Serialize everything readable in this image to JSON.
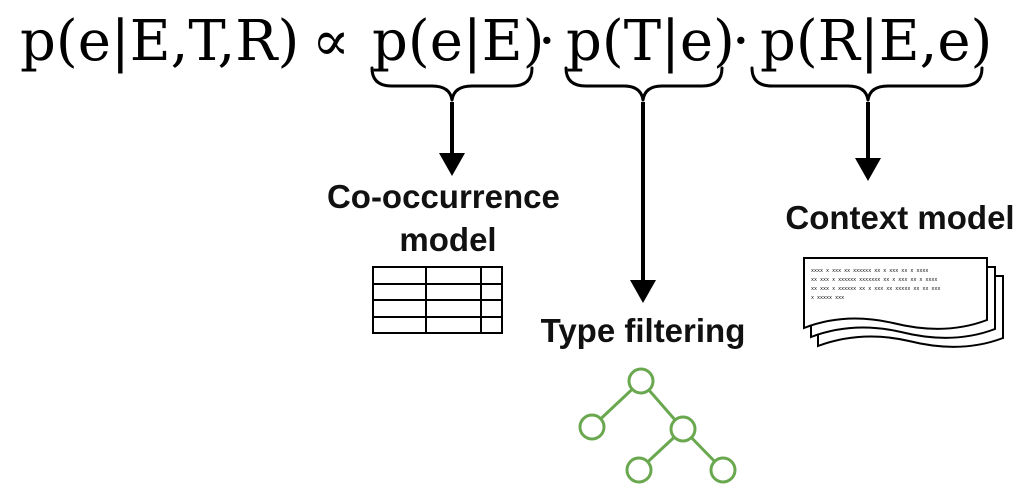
{
  "formula": {
    "lhs": "p(e|E,T,R)",
    "relation": "∝",
    "terms": [
      "p(e|E)",
      "p(T|e)",
      "p(R|E,e)"
    ],
    "operator": "·"
  },
  "components": {
    "cooccurrence": {
      "label_line1": "Co-occurrence",
      "label_line2": "model",
      "icon": "table-icon"
    },
    "type_filtering": {
      "label": "Type filtering",
      "icon": "tree-icon"
    },
    "context": {
      "label": "Context model",
      "icon": "documents-icon",
      "doc_lines": [
        "xxxx x xxx xx xxxxxx xx x xxx xx x xxxx",
        "xx xxx x xxxxxx xxxxxxx xx x xxx xx x xxxx",
        "xx xxx x xxxxxx xx x xxx xx xxxxx xx xx xxx",
        "x xxxxx xxx"
      ]
    }
  },
  "colors": {
    "text": "#000000",
    "tree": "#6aa84f",
    "background": "#ffffff"
  }
}
